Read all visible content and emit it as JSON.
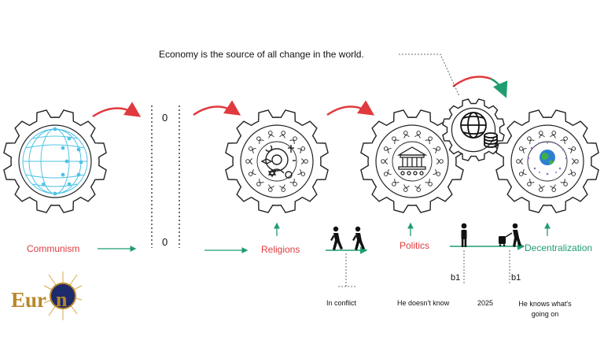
{
  "annotation": "Economy is the source of all change in the world.",
  "zeros": [
    "0",
    "0"
  ],
  "labels": {
    "communism": "Communism",
    "religions": "Religions",
    "politics": "Politics",
    "decentralization": "Decentralization"
  },
  "captions": {
    "in_conflict": "In conflict",
    "doesnt_know": "He doesn't know",
    "year": "2025",
    "knows_going_on": "He knows what's going on"
  },
  "markers": [
    "b1",
    "b1"
  ],
  "logo_text": {
    "left": "Eur",
    "right": "n"
  },
  "colors": {
    "red": "#e03a3e",
    "green": "#1f9d6e",
    "globe": "#4fc3e6",
    "gold": "#b8862a",
    "navy": "#1d2a6b"
  }
}
